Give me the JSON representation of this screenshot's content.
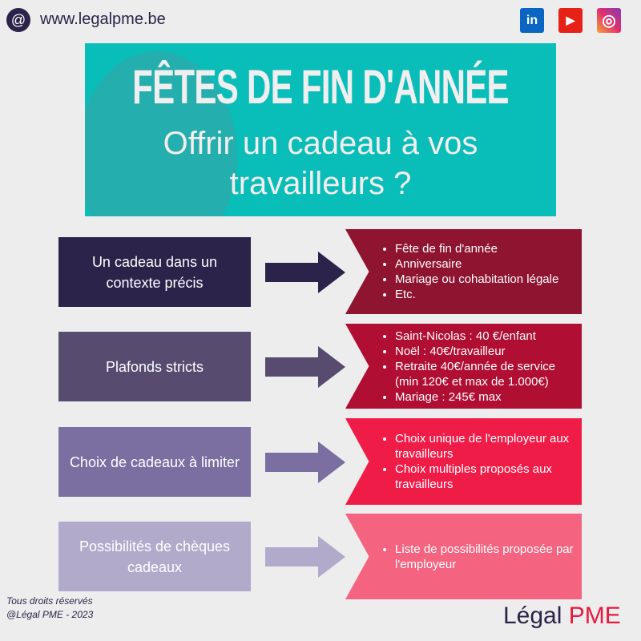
{
  "header": {
    "at_icon": "@",
    "website": "www.legalpme.be",
    "social": [
      {
        "name": "linkedin-icon",
        "label": "in",
        "color": "#0a66c2"
      },
      {
        "name": "youtube-icon",
        "label": "▶",
        "color": "#e62117"
      },
      {
        "name": "instagram-icon",
        "label": "◎",
        "color": "#c13584"
      }
    ]
  },
  "banner": {
    "title": "FÊTES DE FIN D'ANNÉE",
    "subtitle": "Offrir un cadeau à vos travailleurs ?",
    "color": "#09bdb9"
  },
  "rows": [
    {
      "label": "Un cadeau dans un contexte précis",
      "left_color": "#2b2349",
      "right_color": "#8f1430",
      "items": [
        "Fête de fin d'année",
        "Anniversaire",
        "Mariage ou cohabitation légale",
        "Etc."
      ]
    },
    {
      "label": "Plafonds stricts",
      "left_color": "#574c70",
      "right_color": "#b10e33",
      "items": [
        "Saint-Nicolas : 40 €/enfant",
        "Noël : 40€/travailleur",
        "Retraite 40€/année de service (min 120€ et max de 1.000€)",
        "Mariage : 245€ max"
      ]
    },
    {
      "label": "Choix de cadeaux à limiter",
      "left_color": "#7a6fa0",
      "right_color": "#f01c48",
      "items": [
        "Choix unique de l'employeur aux travailleurs",
        "Choix multiples proposés aux travailleurs"
      ]
    },
    {
      "label": "Possibilités de chèques cadeaux",
      "left_color": "#b1aacb",
      "right_color": "#f46480",
      "items": [
        "Liste de possibilités proposée par l'employeur"
      ]
    }
  ],
  "footer": {
    "copyright_line1": "Tous droits réservés",
    "copyright_line2": "@Légal PME - 2023",
    "logo_part1": "Légal",
    "logo_part2": "PME"
  }
}
